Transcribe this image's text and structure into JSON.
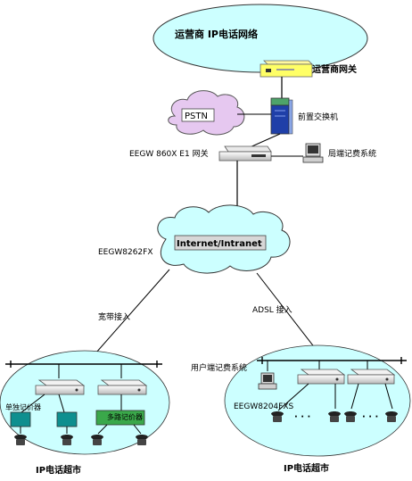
{
  "labels": {
    "carrier_network": "运营商 IP电话网络",
    "carrier_gateway": "运营商网关",
    "pstn": "PSTN",
    "front_switch": "前置交换机",
    "e1_gateway": "EEGW 860X E1 网关",
    "local_billing": "局端记费系统",
    "internet": "Internet/Intranet",
    "eegw8262": "EEGW8262FX",
    "broadband_access": "宽带接入",
    "adsl_access": "ADSL 接入",
    "user_billing": "用户端记费系统",
    "eegw8204": "EEGW8204FXS",
    "single_billing": "单独记价器",
    "multi_billing": "多路记价器",
    "ip_supermarket_left": "IP电话超市",
    "ip_supermarket_right": "IP电话超市",
    "dots": "· · ·"
  },
  "colors": {
    "cloud": "#ccffff",
    "cloud_stroke": "#333333",
    "pstn_cloud": "#e6c8f0",
    "gateway_yellow": "#ffff66",
    "switch_blue": "#1f3fa8",
    "billing_box": "#0e8f8f",
    "multi_box": "#3aa84a"
  }
}
